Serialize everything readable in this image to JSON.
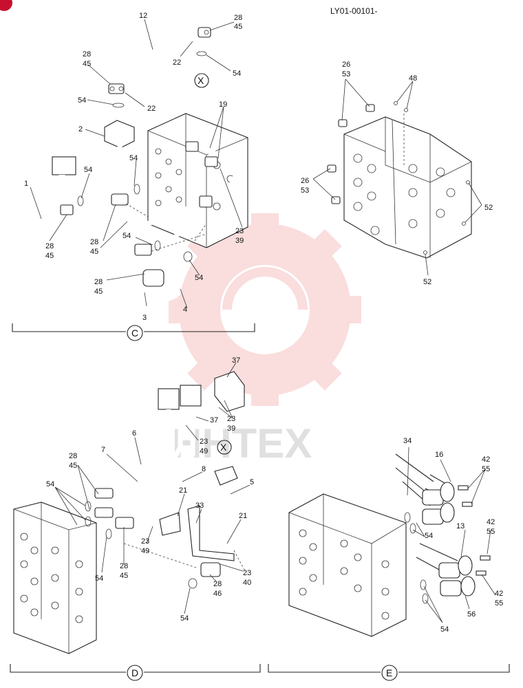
{
  "drawing_number": "LY01-00101-",
  "watermark_text": "HHTEX",
  "watermark_color": "#e84a4a",
  "view_labels": {
    "c": "C",
    "d": "D",
    "e": "E",
    "x1": "X",
    "x2": "X"
  },
  "callouts": {
    "c": [
      "12",
      "28",
      "45",
      "28",
      "45",
      "22",
      "54",
      "54",
      "22",
      "2",
      "19",
      "54",
      "54",
      "1",
      "28",
      "45",
      "28",
      "45",
      "54",
      "28",
      "45",
      "3",
      "4",
      "23",
      "39",
      "54"
    ],
    "tr": [
      "26",
      "53",
      "48",
      "26",
      "53",
      "52",
      "52"
    ],
    "d": [
      "37",
      "23",
      "39",
      "37",
      "23",
      "49",
      "6",
      "7",
      "8",
      "28",
      "45",
      "54",
      "21",
      "33",
      "5",
      "21",
      "23",
      "49",
      "28",
      "45",
      "54",
      "23",
      "40",
      "28",
      "46",
      "54"
    ],
    "e": [
      "34",
      "16",
      "42",
      "55",
      "54",
      "13",
      "42",
      "55",
      "42",
      "55",
      "56",
      "54"
    ]
  }
}
